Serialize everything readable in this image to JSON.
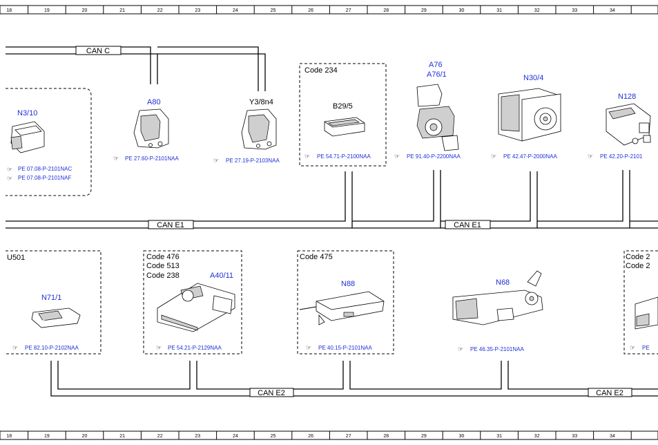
{
  "ruler": {
    "top": [
      "18",
      "19",
      "20",
      "21",
      "22",
      "23",
      "24",
      "25",
      "26",
      "27",
      "28",
      "29",
      "30",
      "31",
      "32",
      "33",
      "34"
    ],
    "bottom": [
      "18",
      "19",
      "20",
      "21",
      "22",
      "23",
      "24",
      "25",
      "26",
      "27",
      "28",
      "29",
      "30",
      "31",
      "32",
      "33",
      "34"
    ]
  },
  "buses": {
    "can_c": "CAN C",
    "can_e1_left": "CAN E1",
    "can_e1_right": "CAN E1",
    "can_e2_left": "CAN E2",
    "can_e2_right": "CAN E2"
  },
  "hand_icon": "pointing-hand-icon",
  "components": {
    "n3_10": {
      "id": "N3/10",
      "refs": [
        "PE 07.08-P-2101NAC",
        "PE 07.08-P-2101NAF"
      ]
    },
    "a80": {
      "id": "A80",
      "ref": "PE 27.60-P-2101NAA"
    },
    "y3_8n4": {
      "id": "Y3/8n4",
      "ref": "PE 27.19-P-2103NAA"
    },
    "b29_5": {
      "code": "Code 234",
      "id": "B29/5",
      "ref": "PE 54.71-P-2100NAA"
    },
    "a76": {
      "id1": "A76",
      "id2": "A76/1",
      "ref": "PE 91.40-P-2200NAA"
    },
    "n30_4": {
      "id": "N30/4",
      "ref": "PE 42.47-P-2000NAA"
    },
    "n128": {
      "id": "N128",
      "ref": "PE 42.20-P-2101"
    },
    "u501": {
      "code": "U501",
      "id": "N71/1",
      "ref": "PE 82.10-P-2102NAA"
    },
    "a40_11": {
      "codes": [
        "Code 476",
        "Code 513",
        "Code 238"
      ],
      "id": "A40/11",
      "ref": "PE 54.21-P-2129NAA"
    },
    "n88": {
      "code": "Code 475",
      "id": "N88",
      "ref": "PE 40.15-P-2101NAA"
    },
    "n68": {
      "id": "N68",
      "ref": "PE 46.35-P-2101NAA"
    },
    "partial_right": {
      "codes": [
        "Code 2",
        "Code 2"
      ],
      "ref": "PE"
    }
  }
}
